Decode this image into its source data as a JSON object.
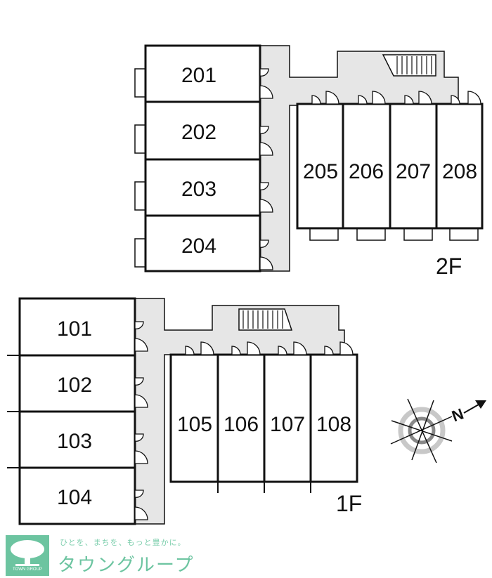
{
  "floor2": {
    "label": "2F",
    "units": [
      "201",
      "202",
      "203",
      "204",
      "205",
      "206",
      "207",
      "208"
    ]
  },
  "floor1": {
    "label": "1F",
    "units": [
      "101",
      "102",
      "103",
      "104",
      "105",
      "106",
      "107",
      "108"
    ]
  },
  "compass": {
    "label": "N"
  },
  "logo": {
    "tagline": "ひとを、まちを、もっと豊かに。",
    "name": "タウングループ",
    "brand_small": "TOWN GROUP",
    "color": "#6cc4a0"
  }
}
